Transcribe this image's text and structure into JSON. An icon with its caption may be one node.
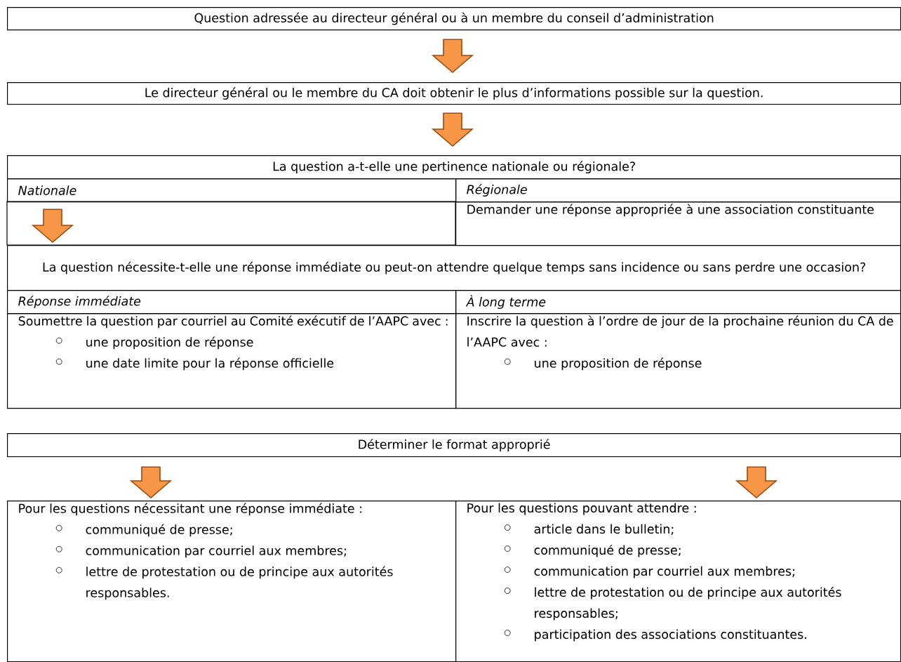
{
  "diagram": {
    "nodes": [
      {
        "text": [
          "Question adressée au directeur général ou à un membre du conseil d’administration"
        ]
      },
      {
        "text": [
          "Le directeur général ou le membre du CA doit obtenir le plus d’informations possible sur la question."
        ]
      },
      {
        "text": [
          "La question a-t-elle une pertinence nationale ou régionale?"
        ]
      },
      {
        "text": [
          "Nationale"
        ]
      },
      {
        "text": [
          "Régionale"
        ]
      },
      {
        "text": [
          "Demander une réponse appropriée à une association constituante"
        ]
      },
      {
        "text": [
          "La question nécessite-t-elle une réponse immédiate ou peut-on attendre quelque temps sans incidence ou sans perdre une occasion?"
        ]
      },
      {
        "text": [
          "Réponse immédiate"
        ]
      },
      {
        "text": [
          "À long terme"
        ]
      },
      {
        "text": [
          "Soumettre la question par courriel au Comité exécutif de l’AAPC avec :",
          "une proposition de réponse",
          "une date limite pour la réponse officielle"
        ]
      },
      {
        "text": [
          "Inscrire la question à l’ordre de jour de la prochaine réunion du CA de l’AAPC avec :",
          "une proposition de réponse"
        ]
      },
      {
        "text": [
          "Déterminer le format approprié"
        ]
      },
      {
        "text": [
          "Pour les questions nécessitant une réponse immédiate :",
          "communiqué de presse;",
          "communication par courriel aux membres;",
          "lettre de protestation ou de principe aux autorités responsables."
        ]
      },
      {
        "text": [
          "Pour les questions pouvant attendre :",
          "article dans le bulletin;",
          "communiqué de presse;",
          "communication par courriel aux membres;",
          "lettre de protestation ou de principe aux autorités responsables;",
          "participation des associations constituantes."
        ]
      }
    ],
    "edges": [
      {
        "from": 0,
        "to": 1,
        "arrow": "to"
      },
      {
        "from": 1,
        "to": 2,
        "arrow": "to"
      },
      {
        "from": 3,
        "to": 6,
        "arrow": "to"
      },
      {
        "from": 11,
        "to": 12,
        "arrow": "to"
      },
      {
        "from": 11,
        "to": 13,
        "arrow": "to"
      }
    ]
  }
}
